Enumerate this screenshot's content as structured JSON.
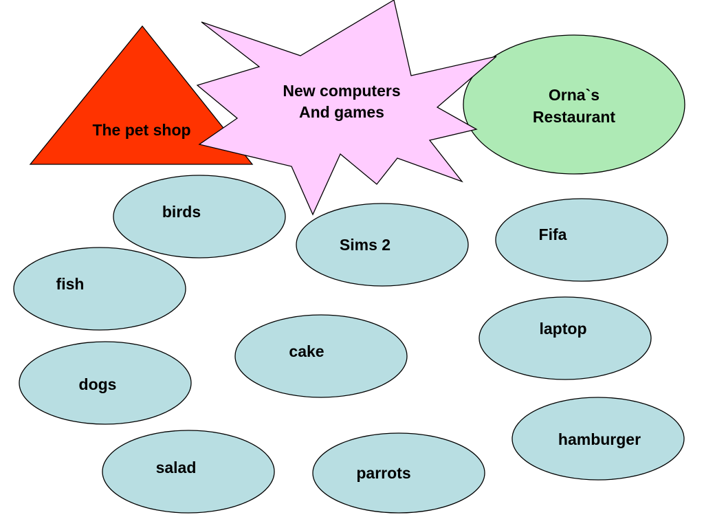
{
  "colors": {
    "triangle_fill": "#ff3300",
    "star_fill": "#ffccff",
    "category_ellipse_fill": "#aeeab5",
    "item_ellipse_fill": "#b8dee2",
    "outline": "#000000",
    "text": "#000000",
    "background": "#ffffff"
  },
  "categories": {
    "pet_shop": {
      "label": "The pet shop",
      "shape": "triangle"
    },
    "computers": {
      "label_line1": "New computers",
      "label_line2": "And games",
      "shape": "star"
    },
    "restaurant": {
      "label_line1": "Orna`s",
      "label_line2": "Restaurant",
      "shape": "ellipse"
    }
  },
  "items": {
    "birds": "birds",
    "sims2": "Sims 2",
    "fifa": "Fifa",
    "fish": "fish",
    "laptop": "laptop",
    "cake": "cake",
    "dogs": "dogs",
    "hamburger": "hamburger",
    "salad": "salad",
    "parrots": "parrots"
  }
}
